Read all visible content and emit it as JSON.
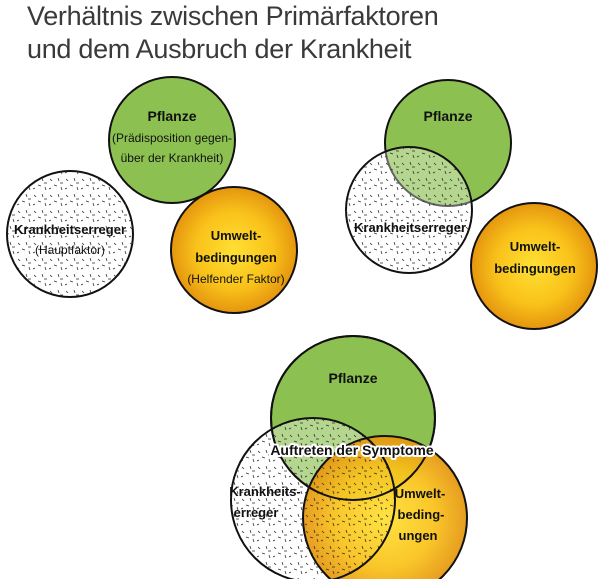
{
  "title": {
    "line1": "Verhältnis zwischen Primärfaktoren",
    "line2": "und dem Ausbruch der Krankheit"
  },
  "colors": {
    "plant_fill": "#8cc152",
    "environment_fill": "#e89a10",
    "environment_center": "#ffd42a",
    "pathogen_fill": "#ffffff",
    "outline": "#111111"
  },
  "panel1": {
    "plant_title": "Pflanze",
    "plant_line1": "(Prädisposition gegen-",
    "plant_line2": "über der Krankheit)",
    "pathogen_title": "Krankheitserreger",
    "pathogen_sub": "(Hauptfaktor)",
    "env_title1": "Umwelt-",
    "env_title2": "bedingungen",
    "env_sub": "(Helfender Faktor)"
  },
  "panel2": {
    "plant_title": "Pflanze",
    "pathogen_title": "Krankheitserreger",
    "env_title1": "Umwelt-",
    "env_title2": "bedingungen"
  },
  "panel3": {
    "plant_title": "Pflanze",
    "symptoms_label": "Auftreten der Symptome",
    "pathogen_line1": "Krankheits-",
    "pathogen_line2": "erreger",
    "env_line1": "Umwelt-",
    "env_line2": "beding-",
    "env_line3": "ungen"
  }
}
